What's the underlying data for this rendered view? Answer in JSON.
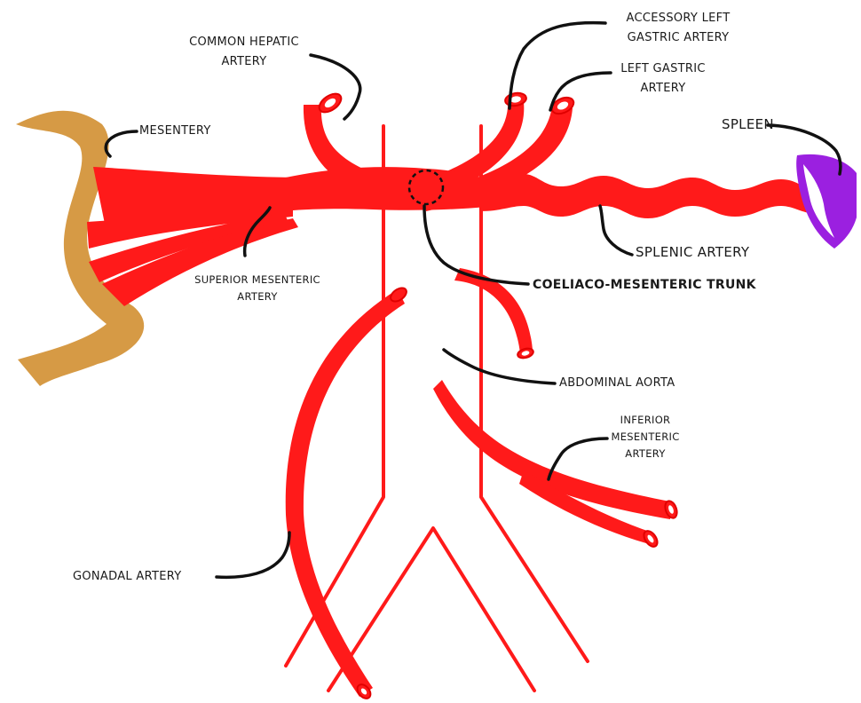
{
  "colors": {
    "artery": "#ff1a1a",
    "artery_outline": "#e00000",
    "mesentery": "#d69a45",
    "spleen": "#9b20e0",
    "leader": "#111111"
  },
  "labels": {
    "common_hepatic_artery": [
      "COMMON HEPATIC",
      "ARTERY"
    ],
    "accessory_left_gastric_artery": [
      "ACCESSORY LEFT",
      "GASTRIC ARTERY"
    ],
    "left_gastric_artery": [
      "LEFT GASTRIC",
      "ARTERY"
    ],
    "mesentery": "MESENTERY",
    "spleen": "SPLEEN",
    "splenic_artery": "SPLENIC ARTERY",
    "superior_mesenteric_artery": [
      "SUPERIOR MESENTERIC",
      "ARTERY"
    ],
    "coeliaco_mesenteric_trunk": "COELIACO-MESENTERIC TRUNK",
    "abdominal_aorta": "ABDOMINAL AORTA",
    "inferior_mesenteric_artery": [
      "INFERIOR",
      "MESENTERIC",
      "ARTERY"
    ],
    "gonadal_artery": "GONADAL ARTERY"
  }
}
